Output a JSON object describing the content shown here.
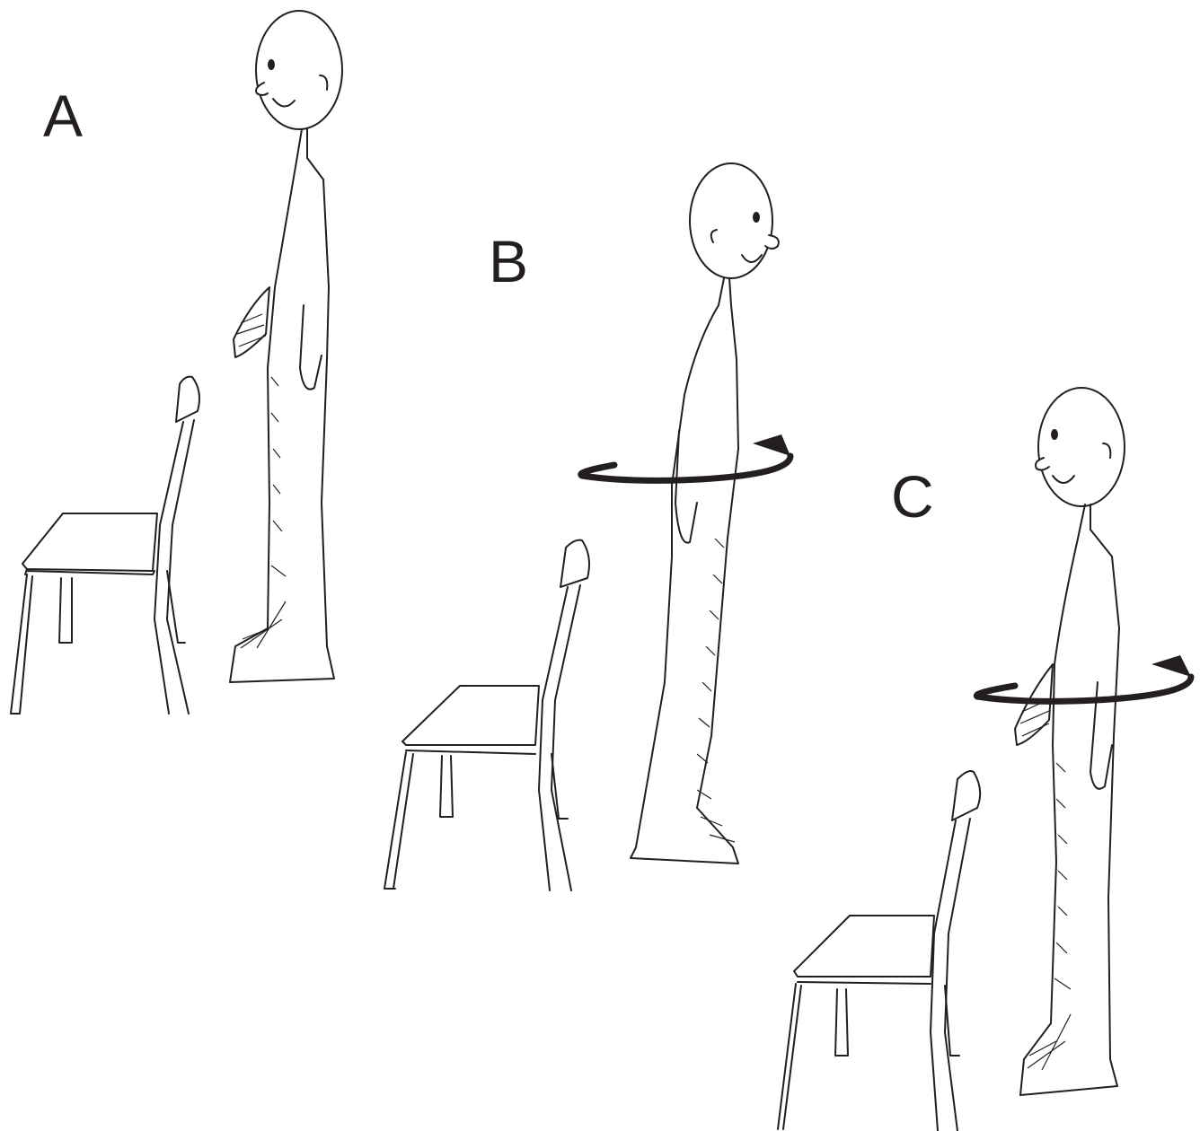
{
  "panels": [
    {
      "id": "a",
      "label": "A"
    },
    {
      "id": "b",
      "label": "B"
    },
    {
      "id": "c",
      "label": "C"
    }
  ],
  "colors": {
    "ink": "#231f20",
    "background": "#ffffff"
  },
  "icons": [
    "chair-icon",
    "standing-figure-icon",
    "rotation-arrow-icon"
  ]
}
